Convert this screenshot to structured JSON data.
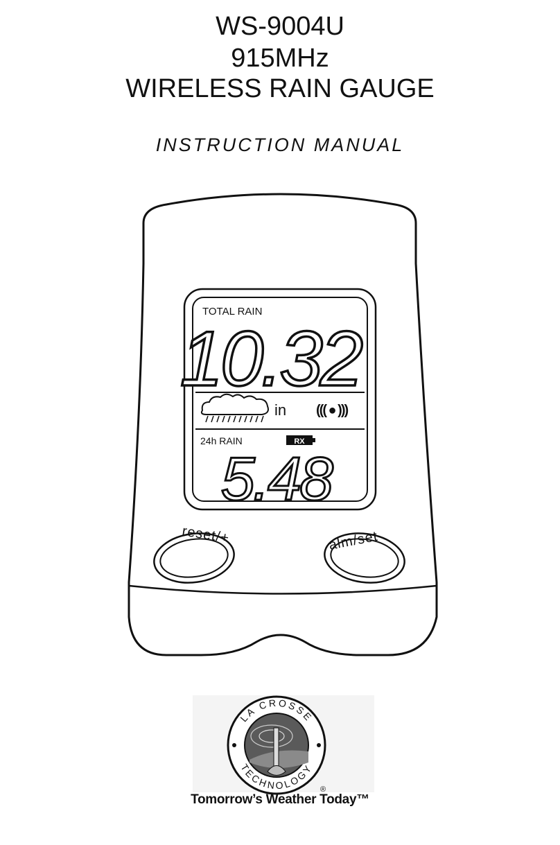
{
  "cover": {
    "model": "WS-9004U",
    "frequency": "915MHz",
    "product": "WIRELESS RAIN GAUGE",
    "subtitle": "INSTRUCTION MANUAL"
  },
  "display": {
    "total_label": "TOTAL RAIN",
    "total_value": "10.32",
    "unit": "in",
    "signal_icon": "((( ● )))",
    "daily_label": "24h RAIN",
    "rx_badge": "RX",
    "daily_value": "5.48"
  },
  "buttons": {
    "left_label": "reset/+",
    "right_label": "alm/set"
  },
  "logo": {
    "top_text": "LA CROSSE",
    "bottom_text": "TECHNOLOGY",
    "registered": "®"
  },
  "tagline": "Tomorrow’s Weather Today™"
}
